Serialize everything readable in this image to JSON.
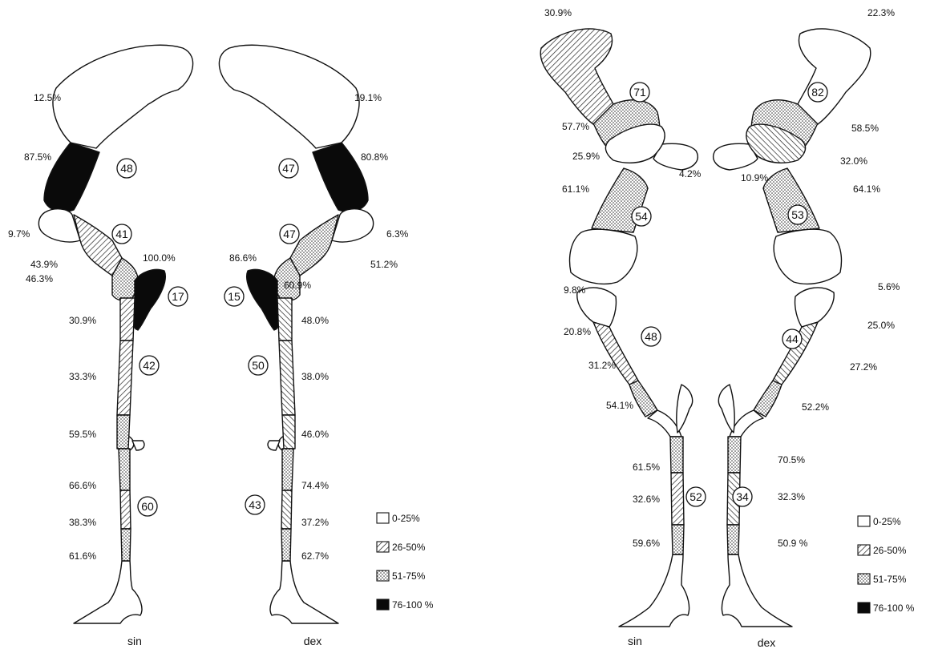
{
  "colors": {
    "c0": "#ffffff",
    "c1": "#c9c9c9",
    "c2": "#e7e7e7",
    "c3": "#0a0a0a",
    "ink": "#111111"
  },
  "fills": [
    "0-25",
    "26-50",
    "51-75",
    "76-100"
  ],
  "legend": [
    "0-25%",
    "26-50%",
    "51-75%",
    "76-100 %"
  ],
  "sides": [
    "sin",
    "dex",
    "sin",
    "dex"
  ],
  "figures": [
    {
      "name": "fore-sin",
      "bones": [
        {
          "label": "12.5%",
          "level": 0,
          "shape": "fscap"
        },
        {
          "label": "87.5%",
          "level": 3,
          "shape": "fscapNeck"
        },
        {
          "label": "9.7%",
          "level": 0,
          "shape": "fhumHead"
        },
        {
          "label": "43.9%",
          "level": 1,
          "shape": "fhumShaft"
        },
        {
          "label": "46.3%",
          "level": 2,
          "shape": "fhumDist"
        },
        {
          "label": "100.0%",
          "level": 3,
          "shape": "folec"
        },
        {
          "label": "30.9%",
          "level": 1,
          "shape": "frad1"
        },
        {
          "label": "33.3%",
          "level": 1,
          "shape": "frad2"
        },
        {
          "label": "59.5%",
          "level": 2,
          "shape": "frad3"
        },
        {
          "label": "66.6%",
          "level": 2,
          "shape": "fcan1"
        },
        {
          "label": "38.3%",
          "level": 1,
          "shape": "fcan2"
        },
        {
          "label": "61.6%",
          "level": 2,
          "shape": "fcan3"
        }
      ],
      "counts": [
        "48",
        "41",
        "17",
        "42",
        "60"
      ]
    },
    {
      "name": "fore-dex",
      "bones": [
        {
          "label": "19.1%",
          "level": 0,
          "shape": "fscap"
        },
        {
          "label": "80.8%",
          "level": 3,
          "shape": "fscapNeck"
        },
        {
          "label": "6.3%",
          "level": 0,
          "shape": "fhumHead"
        },
        {
          "label": "51.2%",
          "level": 2,
          "shape": "fhumShaft"
        },
        {
          "label": "60.9%",
          "level": 2,
          "shape": "fhumDist"
        },
        {
          "label": "86.6%",
          "level": 3,
          "shape": "folec"
        },
        {
          "label": "48.0%",
          "level": 1,
          "shape": "frad1"
        },
        {
          "label": "38.0%",
          "level": 1,
          "shape": "frad2"
        },
        {
          "label": "46.0%",
          "level": 1,
          "shape": "frad3"
        },
        {
          "label": "74.4%",
          "level": 2,
          "shape": "fcan1"
        },
        {
          "label": "37.2%",
          "level": 1,
          "shape": "fcan2"
        },
        {
          "label": "62.7%",
          "level": 2,
          "shape": "fcan3"
        }
      ],
      "counts": [
        "47",
        "47",
        "15",
        "50",
        "43"
      ]
    },
    {
      "name": "hind-sin",
      "bones": [
        {
          "label": "30.9%",
          "level": 1,
          "shape": "hilium"
        },
        {
          "label": "57.7%",
          "level": 2,
          "shape": "hacet"
        },
        {
          "label": "4.2%",
          "level": 0,
          "shape": "hischium"
        },
        {
          "label": "25.9%",
          "level": 0,
          "shape": "hfemHead"
        },
        {
          "label": "61.1%",
          "level": 2,
          "shape": "hfemShaft"
        },
        {
          "label": "9.8%",
          "level": 0,
          "shape": "hstifle"
        },
        {
          "label": "20.8%",
          "level": 0,
          "shape": "htibProx"
        },
        {
          "label": "31.2%",
          "level": 1,
          "shape": "htibShaft"
        },
        {
          "label": "54.1%",
          "level": 2,
          "shape": "htibDist"
        },
        {
          "label": "61.5%",
          "level": 2,
          "shape": "hmt1"
        },
        {
          "label": "32.6%",
          "level": 1,
          "shape": "hmt2"
        },
        {
          "label": "59.6%",
          "level": 2,
          "shape": "hmt3"
        }
      ],
      "counts": [
        "71",
        "54",
        "48",
        "52"
      ]
    },
    {
      "name": "hind-dex",
      "bones": [
        {
          "label": "22.3%",
          "level": 0,
          "shape": "hilium"
        },
        {
          "label": "58.5%",
          "level": 2,
          "shape": "hacet"
        },
        {
          "label": "10.9%",
          "level": 0,
          "shape": "hischium"
        },
        {
          "label": "32.0%",
          "level": 1,
          "shape": "hfemHead"
        },
        {
          "label": "64.1%",
          "level": 2,
          "shape": "hfemShaft"
        },
        {
          "label": "5.6%",
          "level": 0,
          "shape": "hstifle"
        },
        {
          "label": "25.0%",
          "level": 0,
          "shape": "htibProx"
        },
        {
          "label": "27.2%",
          "level": 1,
          "shape": "htibShaft"
        },
        {
          "label": "52.2%",
          "level": 2,
          "shape": "htibDist"
        },
        {
          "label": "70.5%",
          "level": 2,
          "shape": "hmt1"
        },
        {
          "label": "32.3%",
          "level": 1,
          "shape": "hmt2"
        },
        {
          "label": "50.9 %",
          "level": 2,
          "shape": "hmt3"
        }
      ],
      "counts": [
        "82",
        "53",
        "44",
        "34"
      ]
    }
  ]
}
